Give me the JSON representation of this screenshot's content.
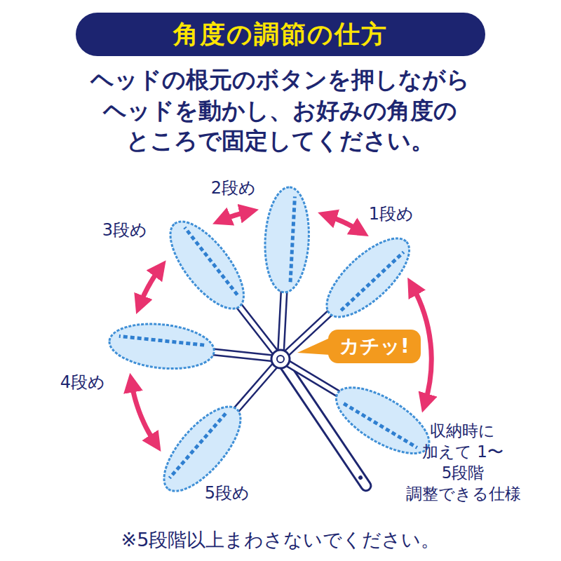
{
  "diagram": {
    "title": "角度の調節の仕方",
    "nodes": [
      {
        "text": [
          "1段め"
        ]
      },
      {
        "text": [
          "2段め"
        ]
      },
      {
        "text": [
          "3段め"
        ]
      },
      {
        "text": [
          "4段め"
        ]
      },
      {
        "text": [
          "5段め"
        ]
      },
      {
        "text": [
          "カチッ!"
        ]
      }
    ],
    "edges": [
      {
        "from": 0,
        "to": 1,
        "arrow": "both"
      },
      {
        "from": 1,
        "to": 2,
        "arrow": "both"
      },
      {
        "from": 2,
        "to": 3,
        "arrow": "both"
      },
      {
        "from": 3,
        "to": 4,
        "arrow": "both"
      }
    ],
    "labels": [
      "ヘッドの根元のボタンを押しながら ヘッドを動かし、お好みの角度の ところで固定してください。",
      "収納時に 加えて 1〜5段階 調整できる仕様",
      "※5段階以上まわさないでください。"
    ]
  }
}
